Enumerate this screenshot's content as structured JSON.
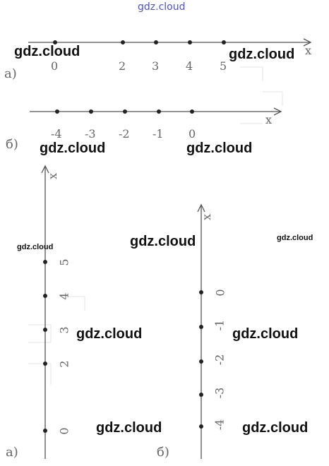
{
  "watermark": "gdz.cloud",
  "axis_label": "x",
  "panels": {
    "a1": {
      "label": "а)",
      "ticks": [
        "0",
        "2",
        "3",
        "4",
        "5"
      ]
    },
    "b1": {
      "label": "б)",
      "ticks": [
        "-4",
        "-3",
        "-2",
        "-1",
        "0"
      ]
    },
    "a2": {
      "label": "а)",
      "ticks": [
        "0",
        "2",
        "3",
        "4",
        "5"
      ]
    },
    "b2": {
      "label": "б)",
      "ticks": [
        "-4",
        "-3",
        "-2",
        "-1",
        "0"
      ]
    }
  },
  "colors": {
    "line": "#555555",
    "point": "#222222",
    "watermark": "#111111",
    "watermark_top": "#4a52c8"
  }
}
